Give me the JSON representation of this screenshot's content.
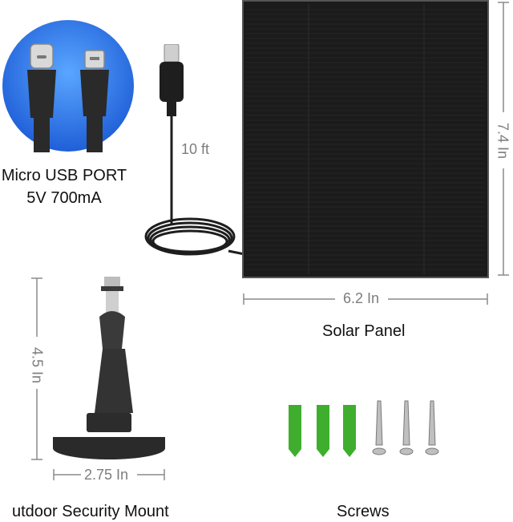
{
  "labels": {
    "usb_line1": "Micro USB PORT",
    "usb_line2": "5V 700mA",
    "cable_length": "10 ft",
    "panel_height": "7.4 In",
    "panel_width": "6.2 In",
    "panel_name": "Solar Panel",
    "mount_height": "4.5 In",
    "mount_width": "2.75 In",
    "mount_name": "utdoor Security  Mount",
    "screws_name": "Screws"
  },
  "colors": {
    "usb_circle": "#2f7ef0",
    "panel": "#1b1b1b",
    "plug_anchor": "#3fae2e",
    "dimension_text": "#7d7d7d",
    "dimension_line": "#8a8a8a"
  }
}
